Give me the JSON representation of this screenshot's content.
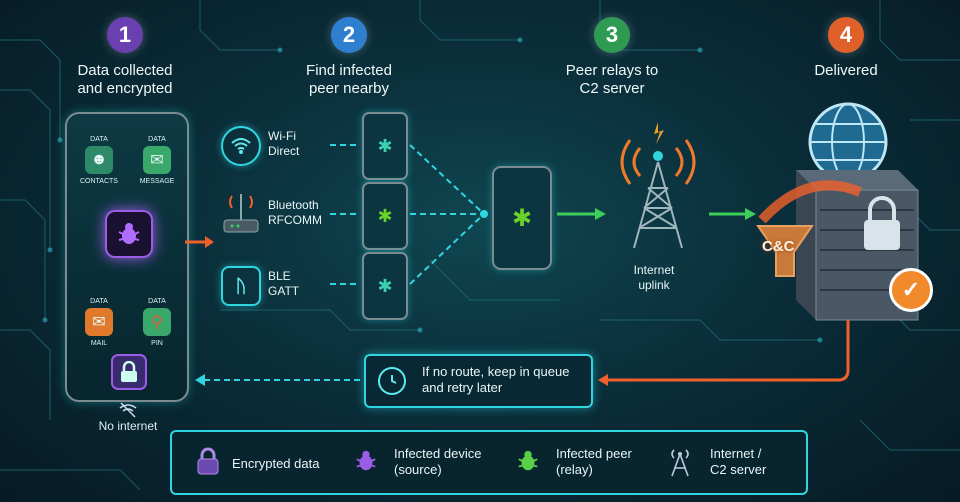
{
  "steps": [
    {
      "num": "1",
      "title_l1": "Data collected",
      "title_l2": "and encrypted",
      "color": "#6a3fb0"
    },
    {
      "num": "2",
      "title_l1": "Find infected",
      "title_l2": "peer nearby",
      "color": "#2f7fd0"
    },
    {
      "num": "3",
      "title_l1": "Peer relays to",
      "title_l2": "C2 server",
      "color": "#2e9a52"
    },
    {
      "num": "4",
      "title_l1": "Delivered",
      "title_l2": "",
      "color": "#e0602a"
    }
  ],
  "phone_apps": [
    {
      "top": "DATA",
      "bottom": "CONTACTS",
      "icon": "contacts-icon"
    },
    {
      "top": "DATA",
      "bottom": "MESSAGE",
      "icon": "message-icon"
    },
    {
      "top": "DATA",
      "bottom": "MAIL",
      "icon": "mail-icon"
    },
    {
      "top": "DATA",
      "bottom": "PIN",
      "icon": "pin-icon"
    }
  ],
  "channels": [
    {
      "l1": "Wi-Fi",
      "l2": "Direct",
      "icon": "wifi-icon"
    },
    {
      "l1": "Bluetooth",
      "l2": "RFCOMM",
      "icon": "bluetooth-router-icon"
    },
    {
      "l1": "BLE",
      "l2": "GATT",
      "icon": "ble-icon"
    }
  ],
  "tower_label_l1": "Internet",
  "tower_label_l2": "uplink",
  "server_tag": "C&C",
  "no_internet": "No internet",
  "queue_l1": "If no route, keep in queue",
  "queue_l2": "and retry later",
  "legend": [
    {
      "l1": "Encrypted data",
      "l2": "",
      "icon": "lock-icon"
    },
    {
      "l1": "Infected device",
      "l2": "(source)",
      "icon": "purple-bug-icon"
    },
    {
      "l1": "Infected peer",
      "l2": "(relay)",
      "icon": "green-bug-icon"
    },
    {
      "l1": "Internet /",
      "l2": "C2 server",
      "icon": "tower-icon"
    }
  ],
  "colors": {
    "cyan": "#2fd6e0",
    "green": "#3ccf5a",
    "orange": "#f0602a",
    "purple": "#9b5de5"
  }
}
